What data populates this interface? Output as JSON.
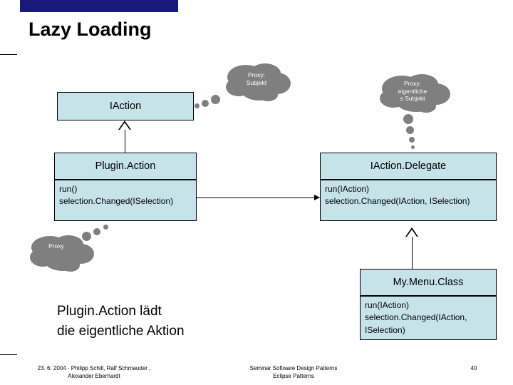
{
  "slide": {
    "title": "Lazy Loading",
    "note": "Plugin.Action lädt\ndie eigentliche Aktion",
    "note_line1": "Plugin.Action lädt",
    "note_line2": "die eigentliche Aktion",
    "accent_color": "#18197a",
    "box_fill_color": "#c7e3ea",
    "cloud_color": "#7f7f7f"
  },
  "boxes": {
    "iaction": {
      "title": "IAction",
      "members": []
    },
    "plugin_action": {
      "title": "Plugin.Action",
      "members": [
        "run()",
        "selection.Changed(ISelection)"
      ]
    },
    "iaction_delegate": {
      "title": "IAction.Delegate",
      "members": [
        "run(IAction)",
        "selection.Changed(IAction, ISelection)"
      ]
    },
    "my_menu_class": {
      "title": "My.Menu.Class",
      "members": [
        "run(IAction)",
        "selection.Changed(IAction, ISelection)"
      ]
    }
  },
  "clouds": [
    {
      "id": "cloud-proxy-subjekt",
      "line1": "Proxy:",
      "line2": "Subjekt"
    },
    {
      "id": "cloud-proxy-eigentliches-subjekt",
      "line1": "Proxy:",
      "line2": "eigentliche",
      "line3": "s Subjekt"
    },
    {
      "id": "cloud-proxy",
      "line1": "Proxy"
    }
  ],
  "footer": {
    "left_line1": "23. 6. 2004 - Philipp Schill, Ralf Schmauder ,",
    "left_line2": "Alexander Eberhardt",
    "center_line1": "Seminar Software Design Patterns",
    "center_line2": "Eclipse Patterns",
    "page_number": "40"
  }
}
